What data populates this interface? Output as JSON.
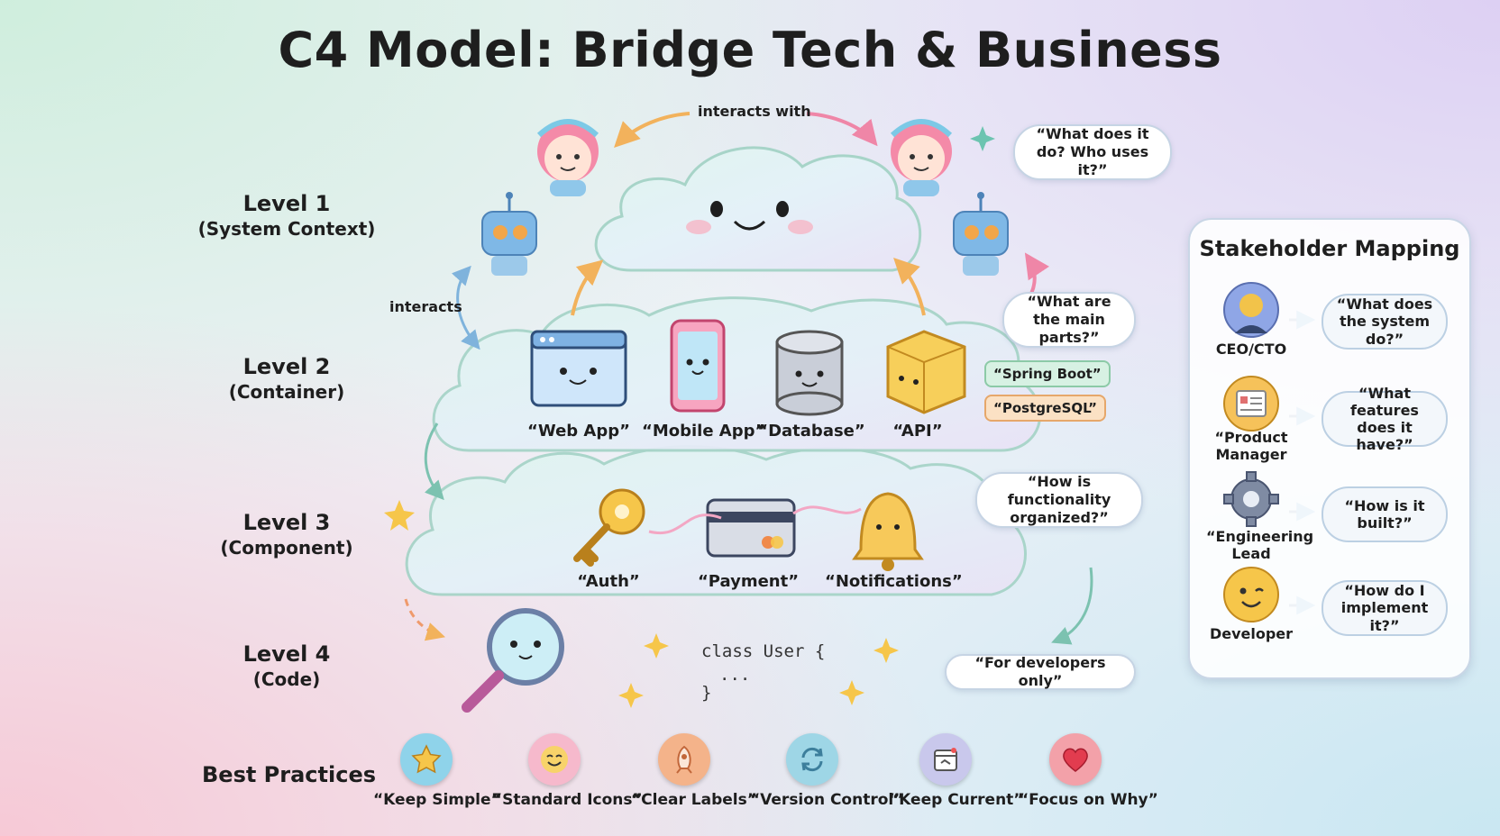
{
  "title": "C4 Model: Bridge Tech & Business",
  "levels": [
    {
      "name": "Level 1",
      "sub": "(System Context)"
    },
    {
      "name": "Level 2",
      "sub": "(Container)"
    },
    {
      "name": "Level 3",
      "sub": "(Component)"
    },
    {
      "name": "Level 4",
      "sub": "(Code)"
    }
  ],
  "arrows": {
    "interacts_with": "interacts with",
    "interacts": "interacts"
  },
  "containers": [
    "“Web App”",
    "“Mobile App”",
    "“Database”",
    "“API”"
  ],
  "tech_tags": [
    "“Spring Boot”",
    "“PostgreSQL”"
  ],
  "components": [
    "“Auth”",
    "“Payment”",
    "“Notifications”"
  ],
  "code": {
    "line1": "class User {",
    "line2": "...",
    "line3": "}"
  },
  "bubbles": {
    "l1": "“What does it do? Who uses it?”",
    "l2": "“What are the main parts?”",
    "l3": "“How is functionality organized?”",
    "l4": "“For developers only”"
  },
  "stakeholders": {
    "title": "Stakeholder Mapping",
    "rows": [
      {
        "role": "CEO/CTO",
        "question": "“What does the system do?”",
        "icon": "ceo-avatar-icon"
      },
      {
        "role": "“Product Manager",
        "question": "“What features does it have?”",
        "icon": "document-icon"
      },
      {
        "role": "“Engineering Lead",
        "question": "“How is it built?”",
        "icon": "gear-icon"
      },
      {
        "role": "Developer",
        "question": "“How do I implement it?”",
        "icon": "smiley-icon"
      }
    ]
  },
  "best_practices": {
    "title": "Best Practices",
    "items": [
      {
        "label": "“Keep Simple”",
        "icon": "star-icon",
        "color": "#8fd3ea"
      },
      {
        "label": "“Standard Icons”",
        "icon": "smiley-icon",
        "color": "#f6b9cc"
      },
      {
        "label": "“Clear Labels”",
        "icon": "rocket-icon",
        "color": "#f4b38a"
      },
      {
        "label": "“Version Control”",
        "icon": "refresh-icon",
        "color": "#9ed6e6"
      },
      {
        "label": "“Keep Current”",
        "icon": "calendar-icon",
        "color": "#c9c8ec"
      },
      {
        "label": "“Focus on Why”",
        "icon": "heart-icon",
        "color": "#f3a1a9"
      }
    ]
  }
}
